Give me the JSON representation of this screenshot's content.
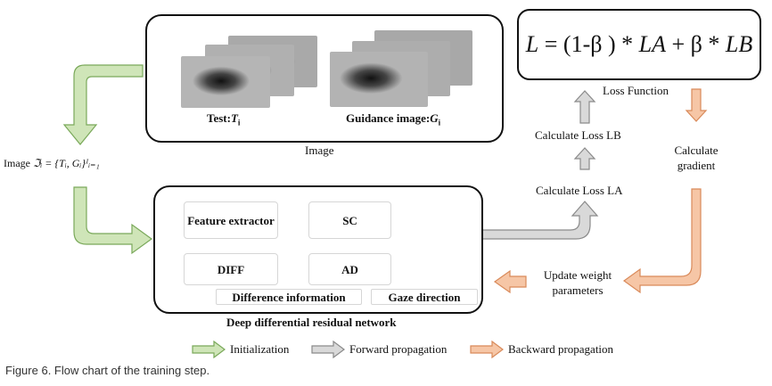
{
  "image_panel": {
    "test_prefix": "Test:",
    "test_symbol": "T",
    "test_sub": "i",
    "guidance_prefix": "Guidance image:",
    "guidance_symbol": "G",
    "guidance_sub": "i",
    "caption": "Image"
  },
  "image_set": {
    "label": "Image",
    "formula": "ℑᵢ = {Tᵢ, Gᵢ}ᴵᵢ₌₁"
  },
  "network": {
    "feature_extractor": "Feature extractor",
    "sc": "SC",
    "diff": "DIFF",
    "ad": "AD",
    "difference_information": "Difference information",
    "gaze_direction": "Gaze direction",
    "caption": "Deep differential residual network"
  },
  "loss": {
    "formula_L": "L",
    "formula_rest": " = (1-β ) * ",
    "formula_LA": "LA",
    "formula_mid": " + β * ",
    "formula_LB": "LB",
    "caption": "Loss Function",
    "calc_lb": "Calculate Loss LB",
    "calc_la": "Calculate Loss LA",
    "calc_gradient_1": "Calculate",
    "calc_gradient_2": "gradient",
    "update_1": "Update weight",
    "update_2": "parameters"
  },
  "legend": {
    "initialization": "Initialization",
    "forward": "Forward propagation",
    "backward": "Backward propagation"
  },
  "figure_caption": "Figure 6. Flow chart of the training step.",
  "colors": {
    "init_fill": "#cfe5b8",
    "init_stroke": "#7aa95a",
    "forward_fill": "#d9d9d9",
    "forward_stroke": "#8a8a8a",
    "backward_fill": "#f6c6a6",
    "backward_stroke": "#d98a5a"
  }
}
